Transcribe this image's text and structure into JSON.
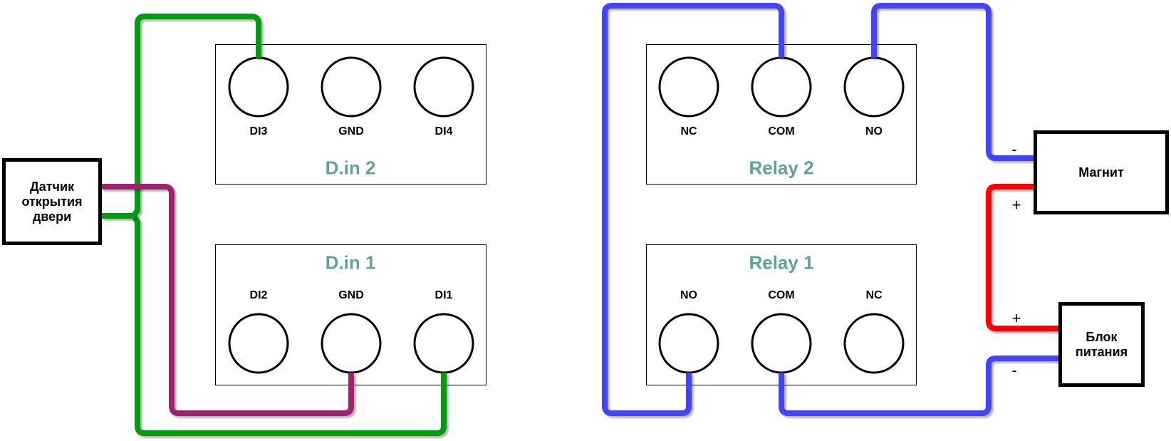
{
  "colors": {
    "green": "#009E0F",
    "purple": "#A0216E",
    "blue": "#4245F5",
    "red": "#FF0000",
    "teal": "#60A399"
  },
  "sensor": {
    "label": "Датчик\nоткрытия\nдвери"
  },
  "din2": {
    "title": "D.in 2",
    "terminals": [
      "DI3",
      "GND",
      "DI4"
    ]
  },
  "din1": {
    "title": "D.in 1",
    "terminals": [
      "DI2",
      "GND",
      "DI1"
    ]
  },
  "relay2": {
    "title": "Relay 2",
    "terminals": [
      "NC",
      "COM",
      "NO"
    ]
  },
  "relay1": {
    "title": "Relay 1",
    "terminals": [
      "NO",
      "COM",
      "NC"
    ]
  },
  "magnet": {
    "label": "Магнит",
    "minus": "-",
    "plus": "+"
  },
  "psu": {
    "label": "Блок\nпитания",
    "plus": "+",
    "minus": "-"
  },
  "connections": [
    {
      "from": "Датчик открытия двери",
      "to": "D.in 2 DI3",
      "color": "green"
    },
    {
      "from": "Датчик открытия двери",
      "to": "D.in 1 DI1",
      "color": "green"
    },
    {
      "from": "Датчик открытия двери",
      "to": "D.in 1 GND",
      "color": "purple"
    },
    {
      "from": "Relay 2 COM",
      "to": "Relay 1 NO",
      "color": "blue"
    },
    {
      "from": "Relay 2 NO",
      "to": "Магнит -",
      "color": "blue"
    },
    {
      "from": "Relay 1 COM",
      "to": "Блок питания -",
      "color": "blue"
    },
    {
      "from": "Магнит +",
      "to": "Блок питания +",
      "color": "red"
    }
  ]
}
